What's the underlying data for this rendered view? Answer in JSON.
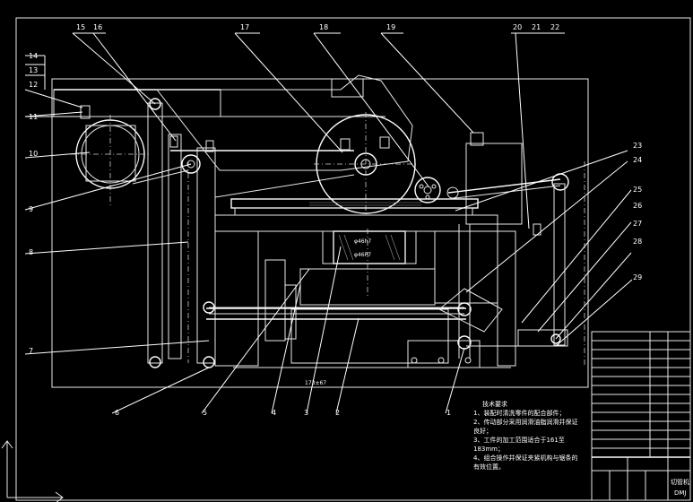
{
  "part_numbers": [
    "1",
    "2",
    "3",
    "4",
    "5",
    "6",
    "7",
    "8",
    "9",
    "10",
    "11",
    "12",
    "13",
    "14",
    "15",
    "16",
    "17",
    "18",
    "19",
    "20",
    "21",
    "22",
    "23",
    "24",
    "25",
    "26",
    "27",
    "28",
    "29"
  ],
  "dimension_label": "173±67",
  "small_dim_labels": [
    "φ46h7",
    "φ46P7"
  ],
  "notes": {
    "title": "技术要求",
    "lines": [
      "1、装配时清洗零件的配合部件；",
      "2、传动部分采用润滑油脂润滑并保证",
      "    良好；",
      "3、工件的加工范围适合于161至",
      "    183mm；",
      "4、组合操作并保证夹紧机构与锯条的",
      "    有效位置。"
    ]
  },
  "title_block": {
    "company": "DMJ",
    "name": "切管机"
  },
  "colors": {
    "background": "#000000",
    "line": "#ffffff"
  }
}
